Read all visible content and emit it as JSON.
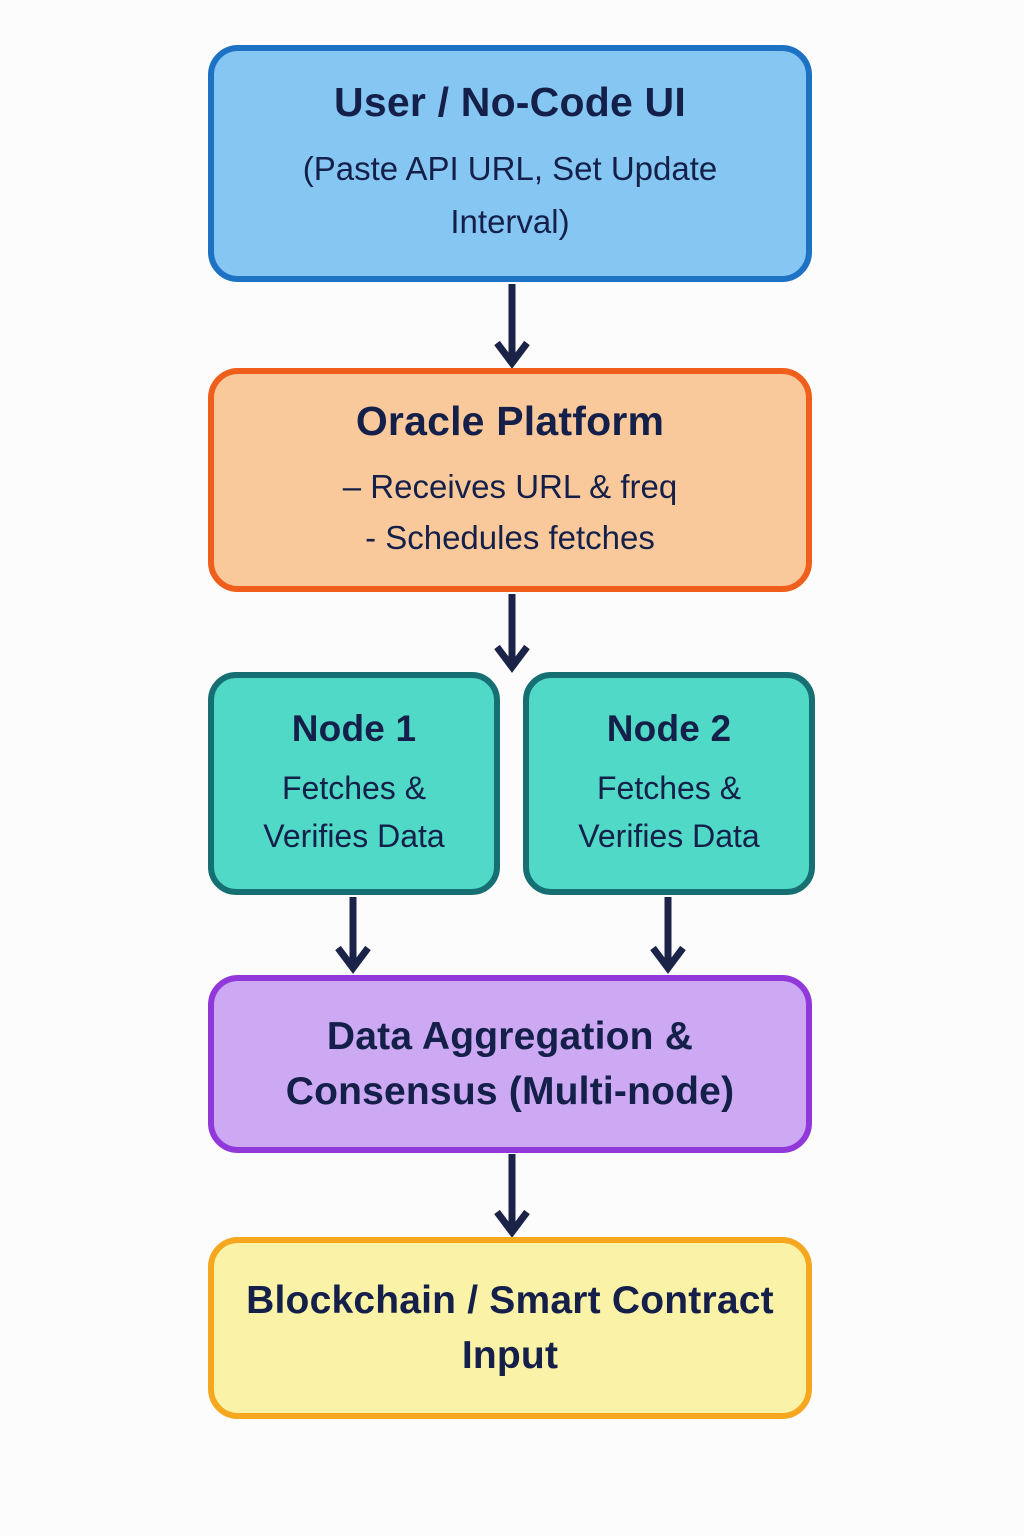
{
  "page": {
    "background": "#fcfcfd",
    "text_color": "#14204a",
    "arrow_color": "#1b2348"
  },
  "boxes": [
    {
      "id": "user-no-code-ui",
      "title": "User / No-Code UI",
      "subtitle": "(Paste API URL, Set Update Interval)",
      "fill": "#85c7f2",
      "border": "#1d72c4"
    },
    {
      "id": "oracle-platform",
      "title": "Oracle Platform",
      "lines": [
        "– Receives URL & freq",
        "- Schedules fetches"
      ],
      "fill": "#fac99b",
      "border": "#f05e1c"
    },
    {
      "id": "node-1",
      "title": "Node 1",
      "body": "Fetches & Verifies Data",
      "fill": "#4fd9c6",
      "border": "#166f72"
    },
    {
      "id": "node-2",
      "title": "Node 2",
      "body": "Fetches & Verifies Data",
      "fill": "#4fd9c6",
      "border": "#166f72"
    },
    {
      "id": "data-aggregation",
      "title": "Data Aggregation & Consensus (Multi-node)",
      "fill": "#cca9f2",
      "border": "#9138db"
    },
    {
      "id": "blockchain-input",
      "title": "Blockchain / Smart Contract Input",
      "fill": "#faf2a6",
      "border": "#f5a71f"
    }
  ],
  "edges": [
    {
      "from": "user-no-code-ui",
      "to": "oracle-platform"
    },
    {
      "from": "oracle-platform",
      "to": "node-1-and-node-2"
    },
    {
      "from": "node-1",
      "to": "data-aggregation"
    },
    {
      "from": "node-2",
      "to": "data-aggregation"
    },
    {
      "from": "data-aggregation",
      "to": "blockchain-input"
    }
  ]
}
